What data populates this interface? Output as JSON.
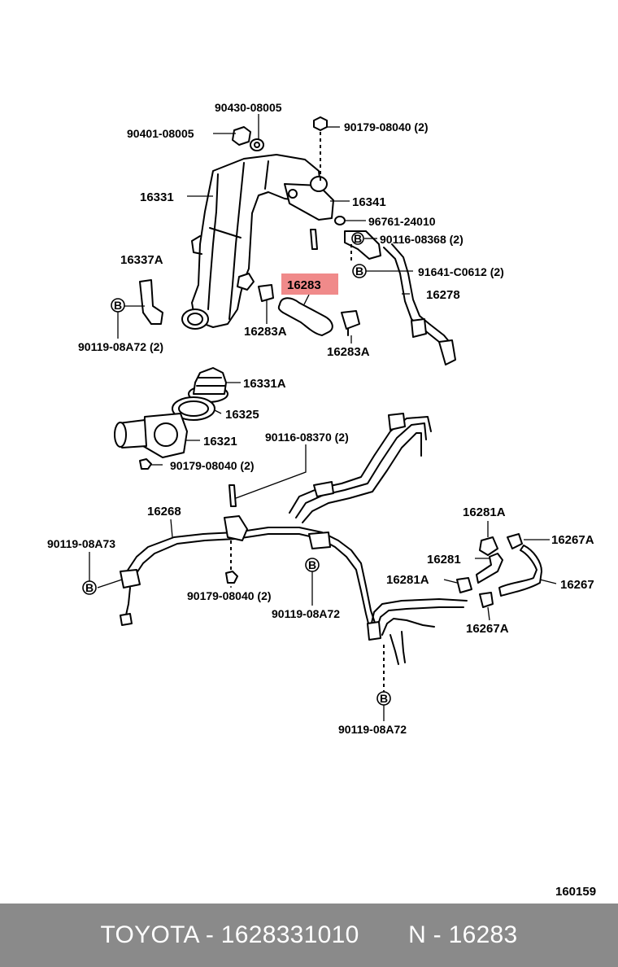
{
  "labels": {
    "l_90430": "90430-08005",
    "l_90401": "90401-08005",
    "l_90179_top": "90179-08040 (2)",
    "l_16331": "16331",
    "l_16341": "16341",
    "l_96761": "96761-24010",
    "l_90116_368": "90116-08368 (2)",
    "l_16337A": "16337A",
    "l_91641": "91641-C0612 (2)",
    "l_16283": "16283",
    "l_16278": "16278",
    "l_90119_a72_a": "90119-08A72 (2)",
    "l_16283A_a": "16283A",
    "l_16283A_b": "16283A",
    "l_16331A": "16331A",
    "l_16325": "16325",
    "l_16321": "16321",
    "l_90116_370": "90116-08370 (2)",
    "l_90179_mid": "90179-08040 (2)",
    "l_16268": "16268",
    "l_16281A_a": "16281A",
    "l_90119_a73": "90119-08A73",
    "l_16267A_a": "16267A",
    "l_16281": "16281",
    "l_16281A_b": "16281A",
    "l_16267": "16267",
    "l_90179_low": "90179-08040 (2)",
    "l_90119_a72_b": "90119-08A72",
    "l_16267A_b": "16267A",
    "l_90119_a72_c": "90119-08A72",
    "diagram_id": "160159"
  },
  "bolt_marker": "B",
  "highlight_color": "#f08a8a",
  "footer": {
    "brand": "TOYOTA",
    "sep": " - ",
    "part_number": "1628331010",
    "ref_prefix": "N",
    "ref_number": "16283"
  }
}
